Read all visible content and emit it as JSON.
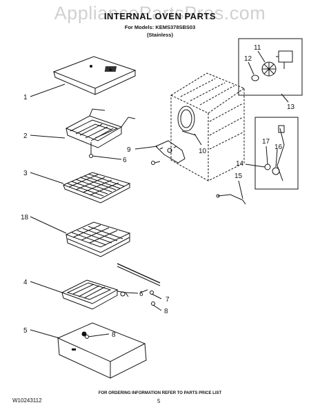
{
  "watermark": "AppliancePartsPros.com",
  "title": "INTERNAL OVEN PARTS",
  "subtitle": "For Models: KEMS378SBS03",
  "variant": "(Stainless)",
  "callouts": {
    "c1": "1",
    "c2": "2",
    "c3": "3",
    "c18": "18",
    "c4": "4",
    "c5": "5",
    "c6a": "6",
    "c6b": "6",
    "c7": "7",
    "c8a": "8",
    "c8b": "8",
    "c9": "9",
    "c10": "10",
    "c11": "11",
    "c12": "12",
    "c13": "13",
    "c14": "14",
    "c15": "15",
    "c16": "16",
    "c17": "17"
  },
  "footer": {
    "doc_number": "W10243112",
    "note": "FOR ORDERING INFORMATION REFER TO PARTS PRICE LIST",
    "page": "5"
  }
}
